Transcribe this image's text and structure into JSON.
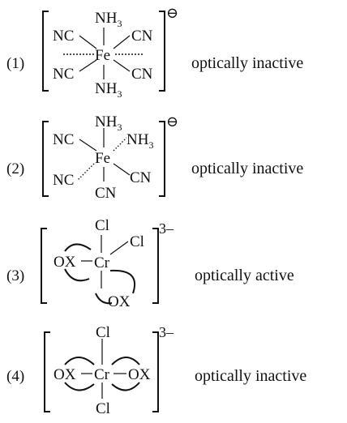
{
  "options": [
    {
      "number": "(1)",
      "description": "optically inactive",
      "charge": "⊖",
      "center": "Fe",
      "ligands": {
        "top": "NH",
        "top_sub": "3",
        "bottom": "NH",
        "bottom_sub": "3",
        "upper_left": "NC",
        "lower_left": "NC",
        "upper_right": "CN",
        "lower_right": "CN"
      }
    },
    {
      "number": "(2)",
      "description": "optically inactive",
      "charge": "⊖",
      "center": "Fe",
      "ligands": {
        "top": "NH",
        "top_sub": "3",
        "upper_right": "NH",
        "upper_right_sub": "3",
        "upper_left": "NC",
        "lower_left": "NC",
        "lower_right": "CN",
        "bottom": "CN"
      }
    },
    {
      "number": "(3)",
      "description": "optically active",
      "charge": "3–",
      "center": "Cr",
      "ligands": {
        "top": "Cl",
        "upper_right": "Cl",
        "left": "OX",
        "bottom": "OX"
      }
    },
    {
      "number": "(4)",
      "description": "optically inactive",
      "charge": "3–",
      "center": "Cr",
      "ligands": {
        "top": "Cl",
        "bottom": "Cl",
        "left": "OX",
        "right": "OX"
      }
    }
  ]
}
